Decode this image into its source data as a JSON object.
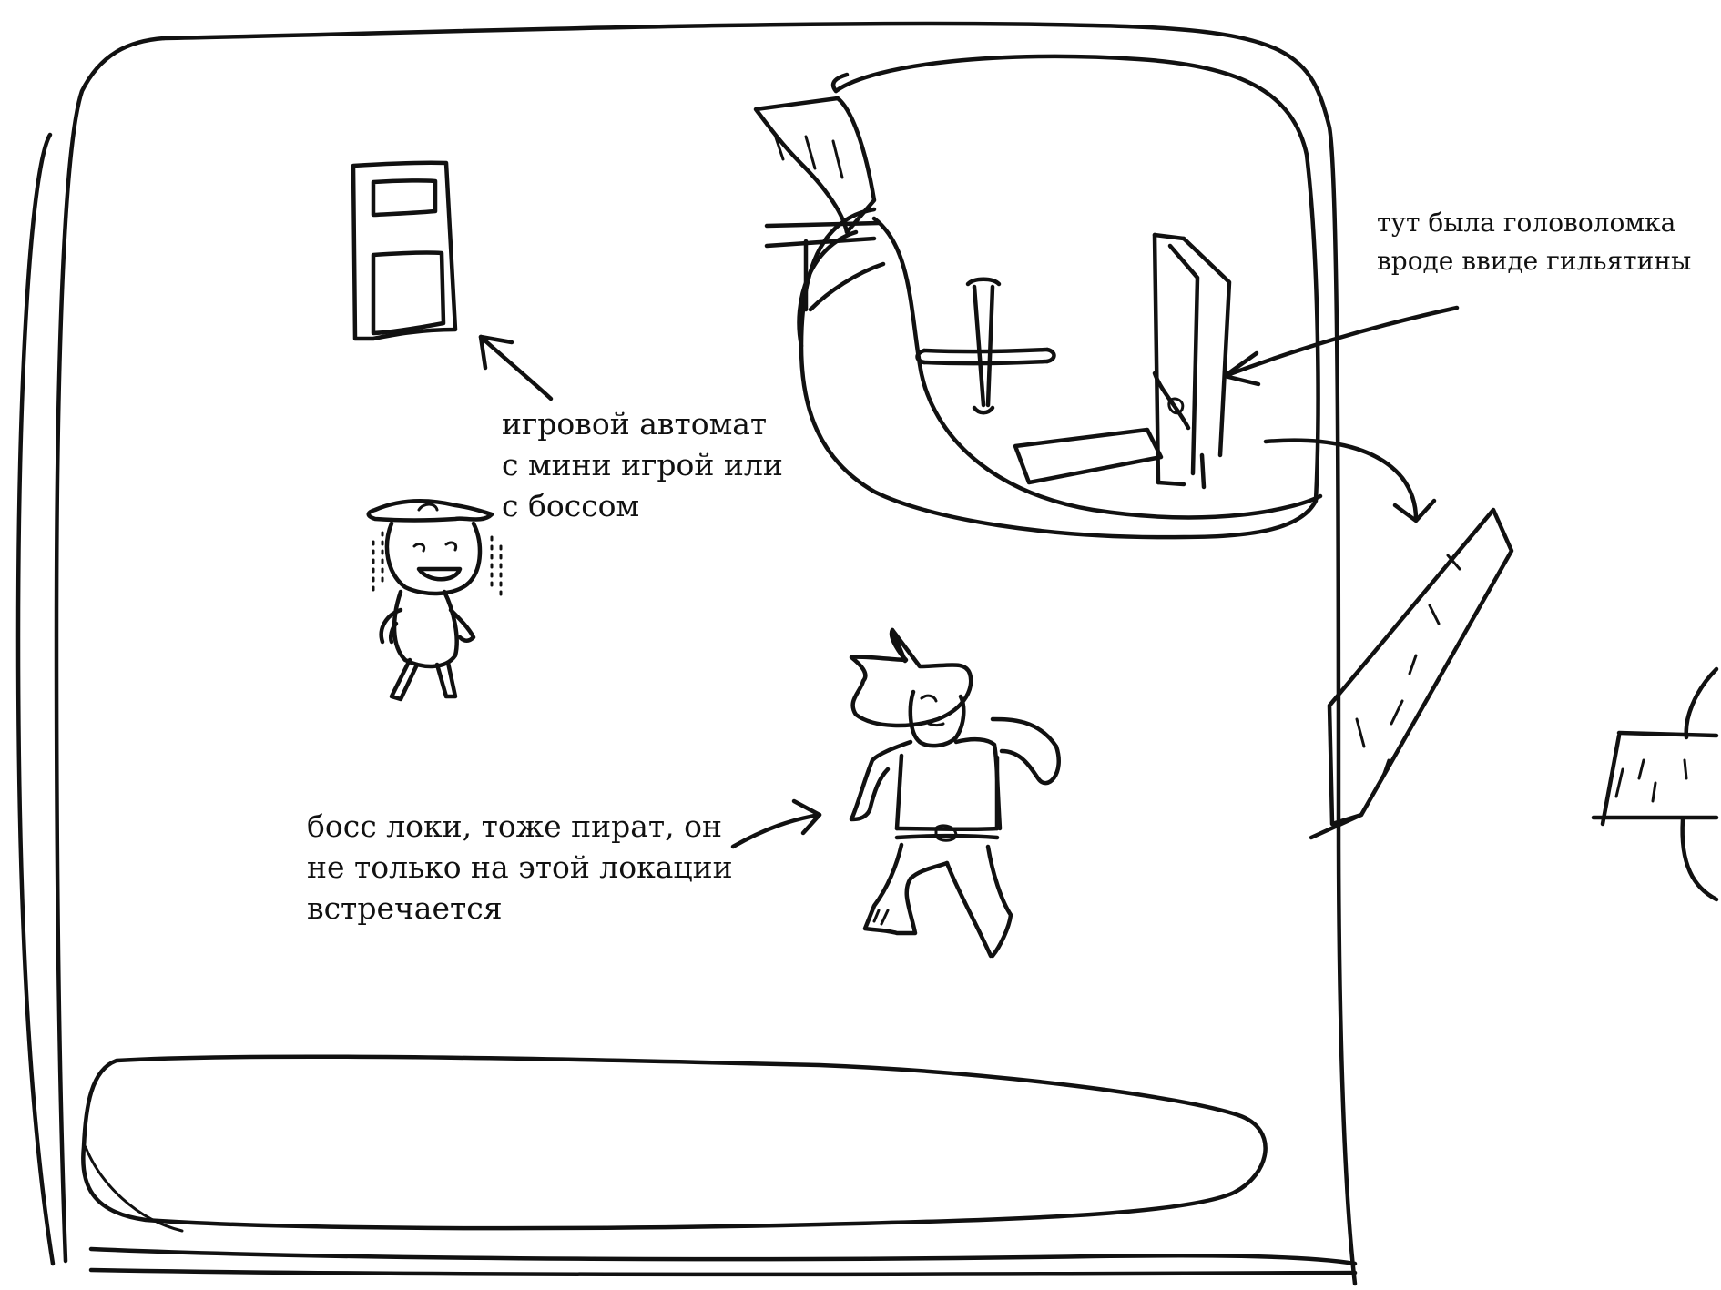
{
  "annotations": {
    "arcade": {
      "lines": [
        "игровой автомат",
        "с мини игрой или",
        "с боссом"
      ]
    },
    "guillotine": {
      "lines": [
        "тут была головоломка",
        "вроде ввиде гильятины"
      ]
    },
    "boss": {
      "lines": [
        "босс локи, тоже пират, он",
        "не только на этой локации",
        "встречается"
      ]
    }
  }
}
